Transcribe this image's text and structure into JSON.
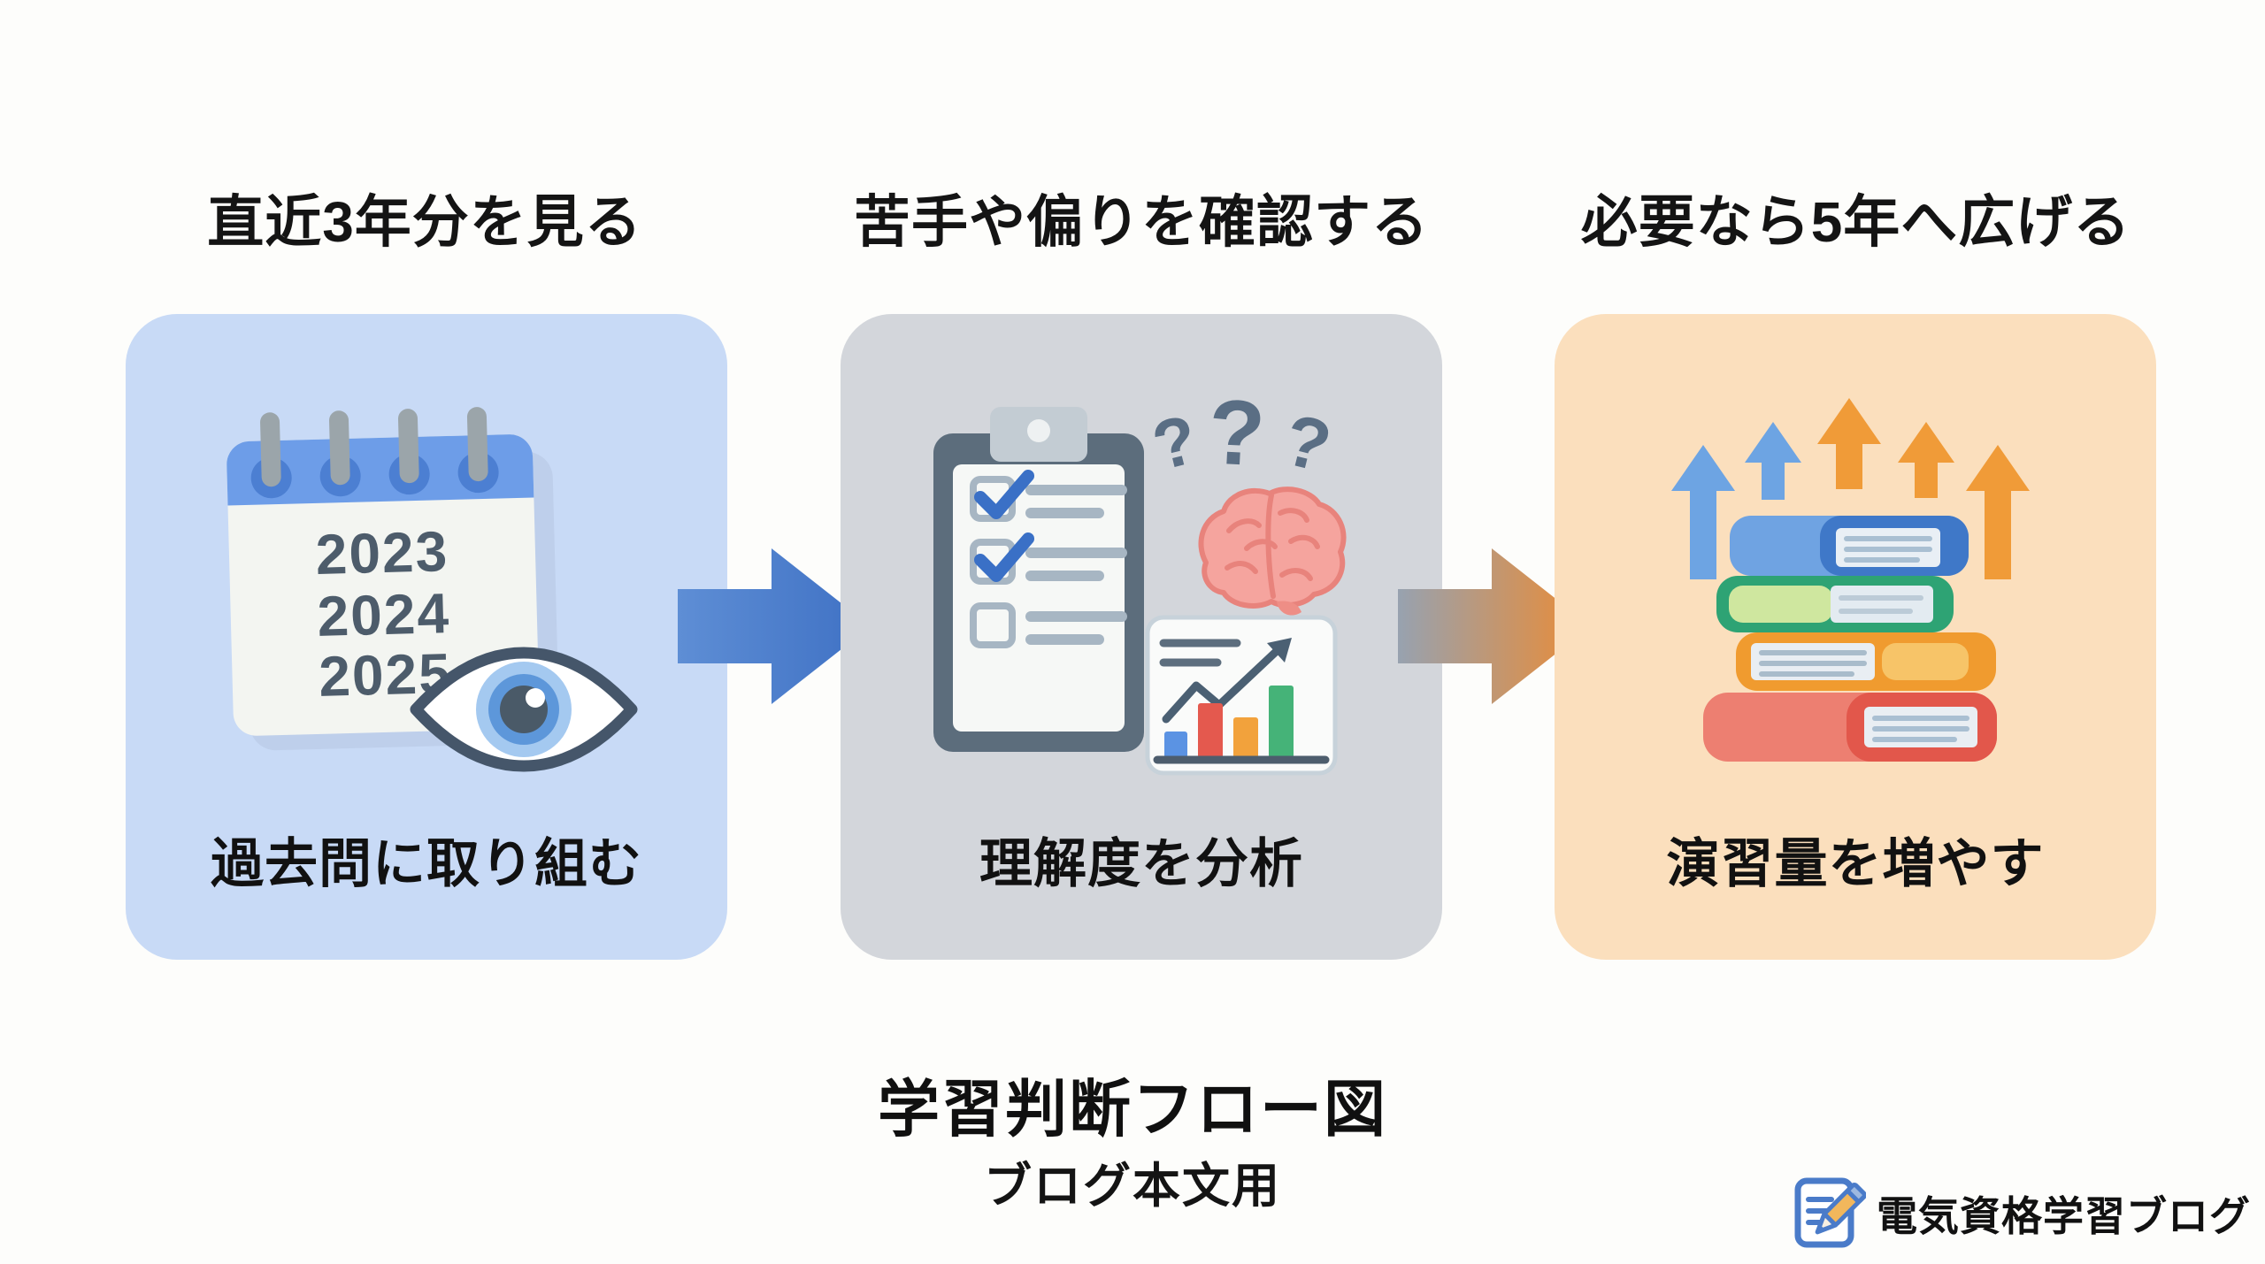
{
  "steps": [
    {
      "title": "直近3年分を見る",
      "label": "過去問に取り組む",
      "icon": "calendar-eye-icon",
      "calendar_years": [
        "2023",
        "2024",
        "2025"
      ]
    },
    {
      "title": "苦手や偏りを確認する",
      "label": "理解度を分析",
      "icon": "clipboard-brain-chart-icon",
      "question_marks": [
        "?",
        "?",
        "?"
      ]
    },
    {
      "title": "必要なら5年へ広げる",
      "label": "演習量を増やす",
      "icon": "books-up-arrows-icon"
    }
  ],
  "caption": {
    "title": "学習判断フロー図",
    "subtitle": "ブログ本文用"
  },
  "brand": {
    "name": "電気資格学習ブログ"
  },
  "colors": {
    "background": "#fdfdfb",
    "panel1_bg": "#c8daf6",
    "panel2_bg": "#d3d6db",
    "panel3_bg": "#fbdfbd",
    "flow_arrow_blue_from": "#5e8ed5",
    "flow_arrow_blue_to": "#3f71c4",
    "flow_arrow2_from": "#97a2b0",
    "flow_arrow2_to": "#ec8b33",
    "calendar_header": "#6d9de8",
    "eye_iris": "#5d97da",
    "check_blue": "#3a70c6",
    "brain_pink": "#f5a49e",
    "bar_blue": "#5b93e3",
    "bar_red": "#e4594e",
    "bar_orange": "#f2a23c",
    "bar_green": "#45b378",
    "brand_blue": "#4a7bc9",
    "title_text": "#141414"
  }
}
